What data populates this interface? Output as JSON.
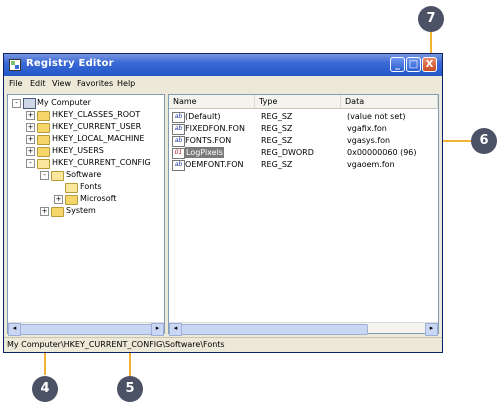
{
  "window": {
    "title": "Registry Editor",
    "buttons": {
      "minimize": "_",
      "maximize": "□",
      "close": "X"
    }
  },
  "menu": [
    "File",
    "Edit",
    "View",
    "Favorites",
    "Help"
  ],
  "tree": [
    {
      "label": "My Computer",
      "expander": "-"
    },
    {
      "label": "HKEY_CLASSES_ROOT",
      "expander": "+"
    },
    {
      "label": "HKEY_CURRENT_USER",
      "expander": "+"
    },
    {
      "label": "HKEY_LOCAL_MACHINE",
      "expander": "+"
    },
    {
      "label": "HKEY_USERS",
      "expander": "+"
    },
    {
      "label": "HKEY_CURRENT_CONFIG",
      "expander": "-"
    },
    {
      "label": "Software",
      "expander": "-"
    },
    {
      "label": "Fonts",
      "expander": ""
    },
    {
      "label": "Microsoft",
      "expander": "+"
    },
    {
      "label": "System",
      "expander": "+"
    }
  ],
  "columns": {
    "name": "Name",
    "type": "Type",
    "data": "Data"
  },
  "values": [
    {
      "name": "(Default)",
      "type": "REG_SZ",
      "data": "(value not set)",
      "icon": "ab"
    },
    {
      "name": "FIXEDFON.FON",
      "type": "REG_SZ",
      "data": "vgafix.fon",
      "icon": "ab"
    },
    {
      "name": "FONTS.FON",
      "type": "REG_SZ",
      "data": "vgasys.fon",
      "icon": "ab"
    },
    {
      "name": "LogPixels",
      "type": "REG_DWORD",
      "data": "0x00000060 (96)",
      "icon": "01"
    },
    {
      "name": "OEMFONT.FON",
      "type": "REG_SZ",
      "data": "vgaoem.fon",
      "icon": "ab"
    }
  ],
  "status": "My Computer\\HKEY_CURRENT_CONFIG\\Software\\Fonts",
  "callouts": {
    "c4": "4",
    "c5": "5",
    "c6": "6",
    "c7": "7"
  },
  "colors": {
    "callout": "#4c5266",
    "line": "#f2b233",
    "titlebar": "#2356c8"
  }
}
